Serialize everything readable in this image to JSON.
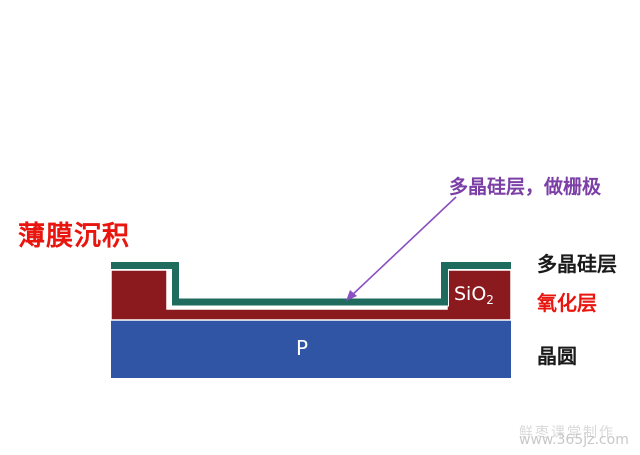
{
  "title": "薄膜沉积",
  "callout": "多晶硅层，做栅极",
  "layers": {
    "poly_label": "多晶硅层",
    "oxide_label": "氧化层",
    "wafer_label": "晶圆",
    "substrate_text": "P",
    "sio2_text": "SiO",
    "sio2_sub": "2"
  },
  "watermark": {
    "line1": "鲜枣课堂制作",
    "line2": "www.365jz.com"
  },
  "colors": {
    "substrate": "#2f55a4",
    "oxide": "#8b1a1e",
    "polysilicon": "#1f6b5e",
    "arrow": "#8a4fc0"
  }
}
